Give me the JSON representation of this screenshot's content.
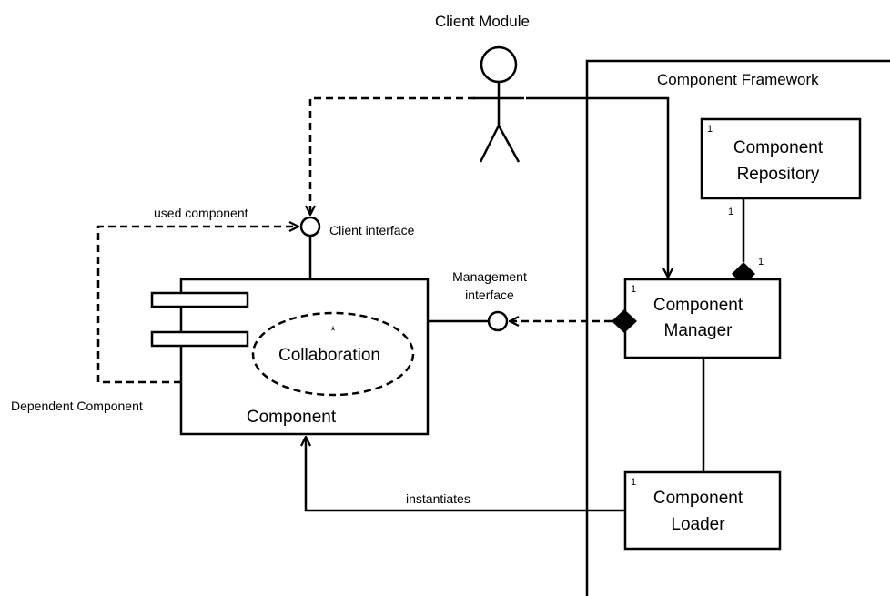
{
  "diagram": {
    "client_module_label": "Client Module",
    "framework_label": "Component Framework",
    "repository": {
      "line1": "Component",
      "line2": "Repository",
      "multiplicity": "1"
    },
    "manager": {
      "line1": "Component",
      "line2": "Manager",
      "multiplicity": "1"
    },
    "loader": {
      "line1": "Component",
      "line2": "Loader",
      "multiplicity": "1"
    },
    "component_label": "Component",
    "collaboration_label": "Collaboration",
    "collaboration_multiplicity": "*",
    "client_interface_label": "Client interface",
    "management_interface": {
      "line1": "Management",
      "line2": "interface"
    },
    "used_component_label": "used component",
    "dependent_component_label": "Dependent Component",
    "instantiates_label": "instantiates",
    "repo_assoc_multiplicity_top": "1",
    "repo_assoc_multiplicity_bottom": "1"
  }
}
